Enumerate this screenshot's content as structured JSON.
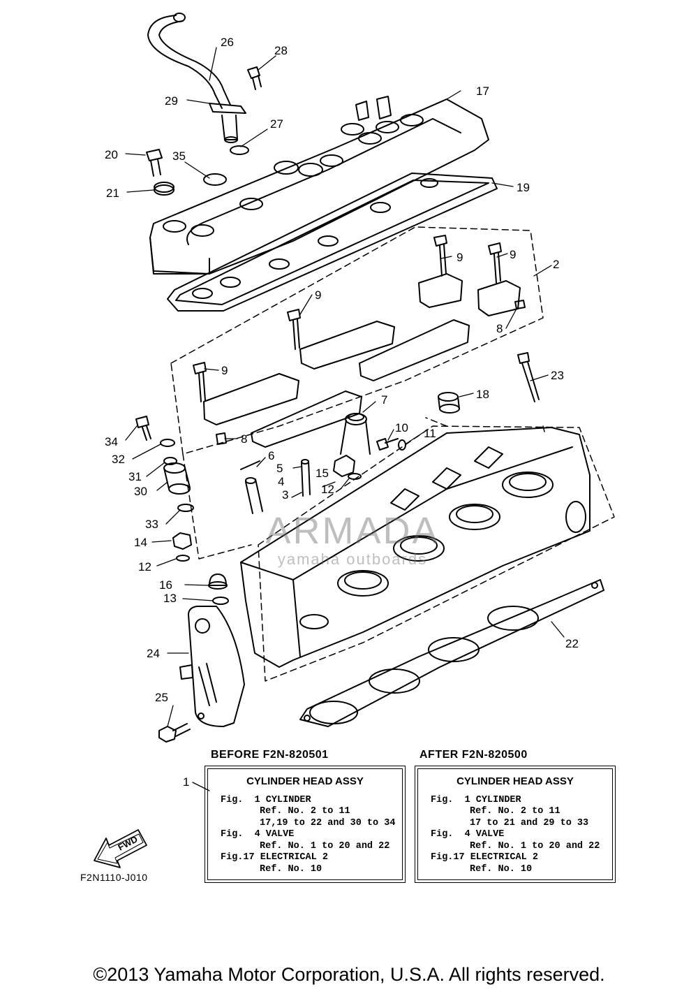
{
  "callouts": [
    {
      "n": "26"
    },
    {
      "n": "28"
    },
    {
      "n": "29"
    },
    {
      "n": "17"
    },
    {
      "n": "27"
    },
    {
      "n": "20"
    },
    {
      "n": "35"
    },
    {
      "n": "21"
    },
    {
      "n": "19"
    },
    {
      "n": "9"
    },
    {
      "n": "9"
    },
    {
      "n": "2"
    },
    {
      "n": "9"
    },
    {
      "n": "8"
    },
    {
      "n": "9"
    },
    {
      "n": "23"
    },
    {
      "n": "18"
    },
    {
      "n": "7"
    },
    {
      "n": "10"
    },
    {
      "n": "11"
    },
    {
      "n": "34"
    },
    {
      "n": "8"
    },
    {
      "n": "32"
    },
    {
      "n": "6"
    },
    {
      "n": "5"
    },
    {
      "n": "31"
    },
    {
      "n": "15"
    },
    {
      "n": "4"
    },
    {
      "n": "30"
    },
    {
      "n": "3"
    },
    {
      "n": "12"
    },
    {
      "n": "33"
    },
    {
      "n": "14"
    },
    {
      "n": "12"
    },
    {
      "n": "16"
    },
    {
      "n": "13"
    },
    {
      "n": "22"
    },
    {
      "n": "24"
    },
    {
      "n": "25"
    },
    {
      "n": "1"
    }
  ],
  "headers": {
    "before": "BEFORE F2N-820501",
    "after": "AFTER F2N-820500"
  },
  "box_before": {
    "title": "CYLINDER HEAD ASSY",
    "lines": [
      {
        "text": "Fig.  1 CYLINDER",
        "indent": false
      },
      {
        "text": "Ref. No. 2 to 11",
        "indent": true
      },
      {
        "text": "17,19 to 22 and 30 to 34",
        "indent": true
      },
      {
        "text": "Fig.  4 VALVE",
        "indent": false
      },
      {
        "text": "Ref. No. 1 to 20 and 22",
        "indent": true
      },
      {
        "text": "Fig.17 ELECTRICAL 2",
        "indent": false
      },
      {
        "text": "Ref. No. 10",
        "indent": true
      }
    ]
  },
  "box_after": {
    "title": "CYLINDER HEAD ASSY",
    "lines": [
      {
        "text": "Fig.  1 CYLINDER",
        "indent": false
      },
      {
        "text": "Ref. No. 2 to 11",
        "indent": true
      },
      {
        "text": "17 to 21 and 29 to 33",
        "indent": true
      },
      {
        "text": "Fig.  4 VALVE",
        "indent": false
      },
      {
        "text": "Ref. No. 1 to 20 and 22",
        "indent": true
      },
      {
        "text": "Fig.17 ELECTRICAL 2",
        "indent": false
      },
      {
        "text": "Ref. No. 10",
        "indent": true
      }
    ]
  },
  "fwd_label": "FWD",
  "diagram_code": "F2N1110-J010",
  "watermark": {
    "line1": "ARMADA",
    "line2": "yamaha outboards"
  },
  "copyright": "©2013 Yamaha Motor Corporation, U.S.A. All rights reserved."
}
